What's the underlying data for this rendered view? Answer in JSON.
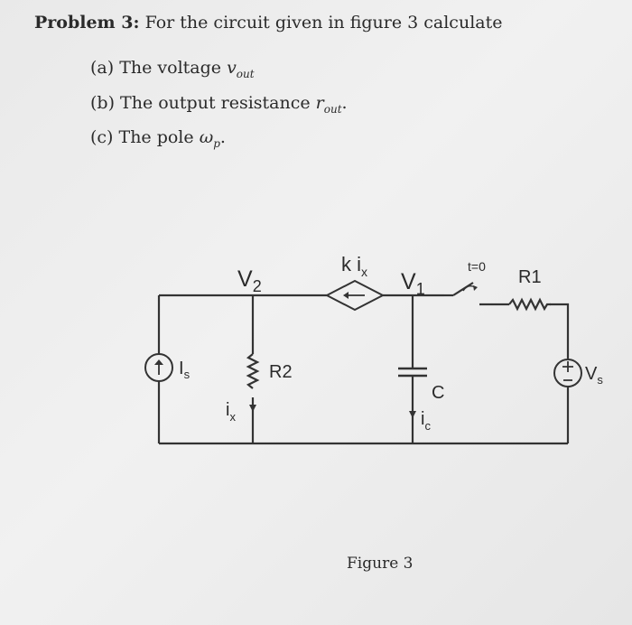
{
  "problem": {
    "heading": "Problem 3:",
    "text": "For the circuit given in figure 3 calculate"
  },
  "items": [
    {
      "label": "(a)",
      "text": "The voltage",
      "var": "v",
      "sub": "out",
      "end": ""
    },
    {
      "label": "(b)",
      "text": "The output resistance",
      "var": "r",
      "sub": "out",
      "end": "."
    },
    {
      "label": "(c)",
      "text": "The pole",
      "var": "ω",
      "sub": "p",
      "end": "."
    }
  ],
  "circuit": {
    "source_current": "I",
    "source_current_sub": "s",
    "node_v2": "V",
    "node_v2_sub": "2",
    "node_v1": "V",
    "node_v1_sub": "1",
    "dependent_source": "k i",
    "dependent_source_sub": "x",
    "resistor_r2": "R2",
    "current_ix": "i",
    "current_ix_sub": "x",
    "capacitor": "C",
    "current_ic": "i",
    "current_ic_sub": "c",
    "switch_time": "t=0",
    "resistor_r1": "R1",
    "source_voltage": "V",
    "source_voltage_sub": "s"
  },
  "caption": "Figure 3"
}
